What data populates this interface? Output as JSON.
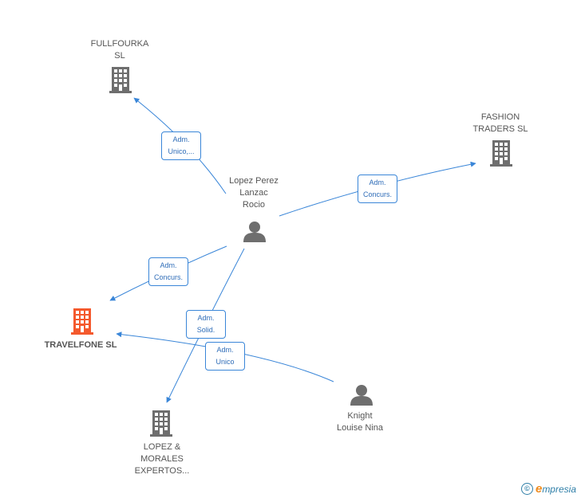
{
  "colors": {
    "edge": "#3a86d8",
    "company": "#6e6e6e",
    "main_company": "#f4592d",
    "person": "#6e6e6e"
  },
  "nodes": {
    "fullfourka": {
      "label": "FULLFOURKA\nSL",
      "type": "company"
    },
    "fashion": {
      "label": "FASHION\nTRADERS SL",
      "type": "company"
    },
    "lopez_perez": {
      "label": "Lopez Perez\nLanzac\nRocio",
      "type": "person"
    },
    "travelfone": {
      "label": "TRAVELFONE SL",
      "type": "main_company"
    },
    "lopez_morales": {
      "label": "LOPEZ &\nMORALES\nEXPERTOS...",
      "type": "company"
    },
    "knight": {
      "label": "Knight\nLouise Nina",
      "type": "person"
    }
  },
  "edges": {
    "e1": {
      "label": "Adm.\nUnico,...",
      "from": "lopez_perez",
      "to": "fullfourka"
    },
    "e2": {
      "label": "Adm.\nConcurs.",
      "from": "lopez_perez",
      "to": "fashion"
    },
    "e3": {
      "label": "Adm.\nConcurs.",
      "from": "lopez_perez",
      "to": "travelfone"
    },
    "e4": {
      "label": "Adm.\nSolid.",
      "from": "lopez_perez",
      "to": "lopez_morales"
    },
    "e5": {
      "label": "Adm.\nUnico",
      "from": "knight",
      "to": "travelfone"
    }
  },
  "footer": {
    "copyright_symbol": "©",
    "brand_initial": "e",
    "brand_rest": "mpresia"
  }
}
